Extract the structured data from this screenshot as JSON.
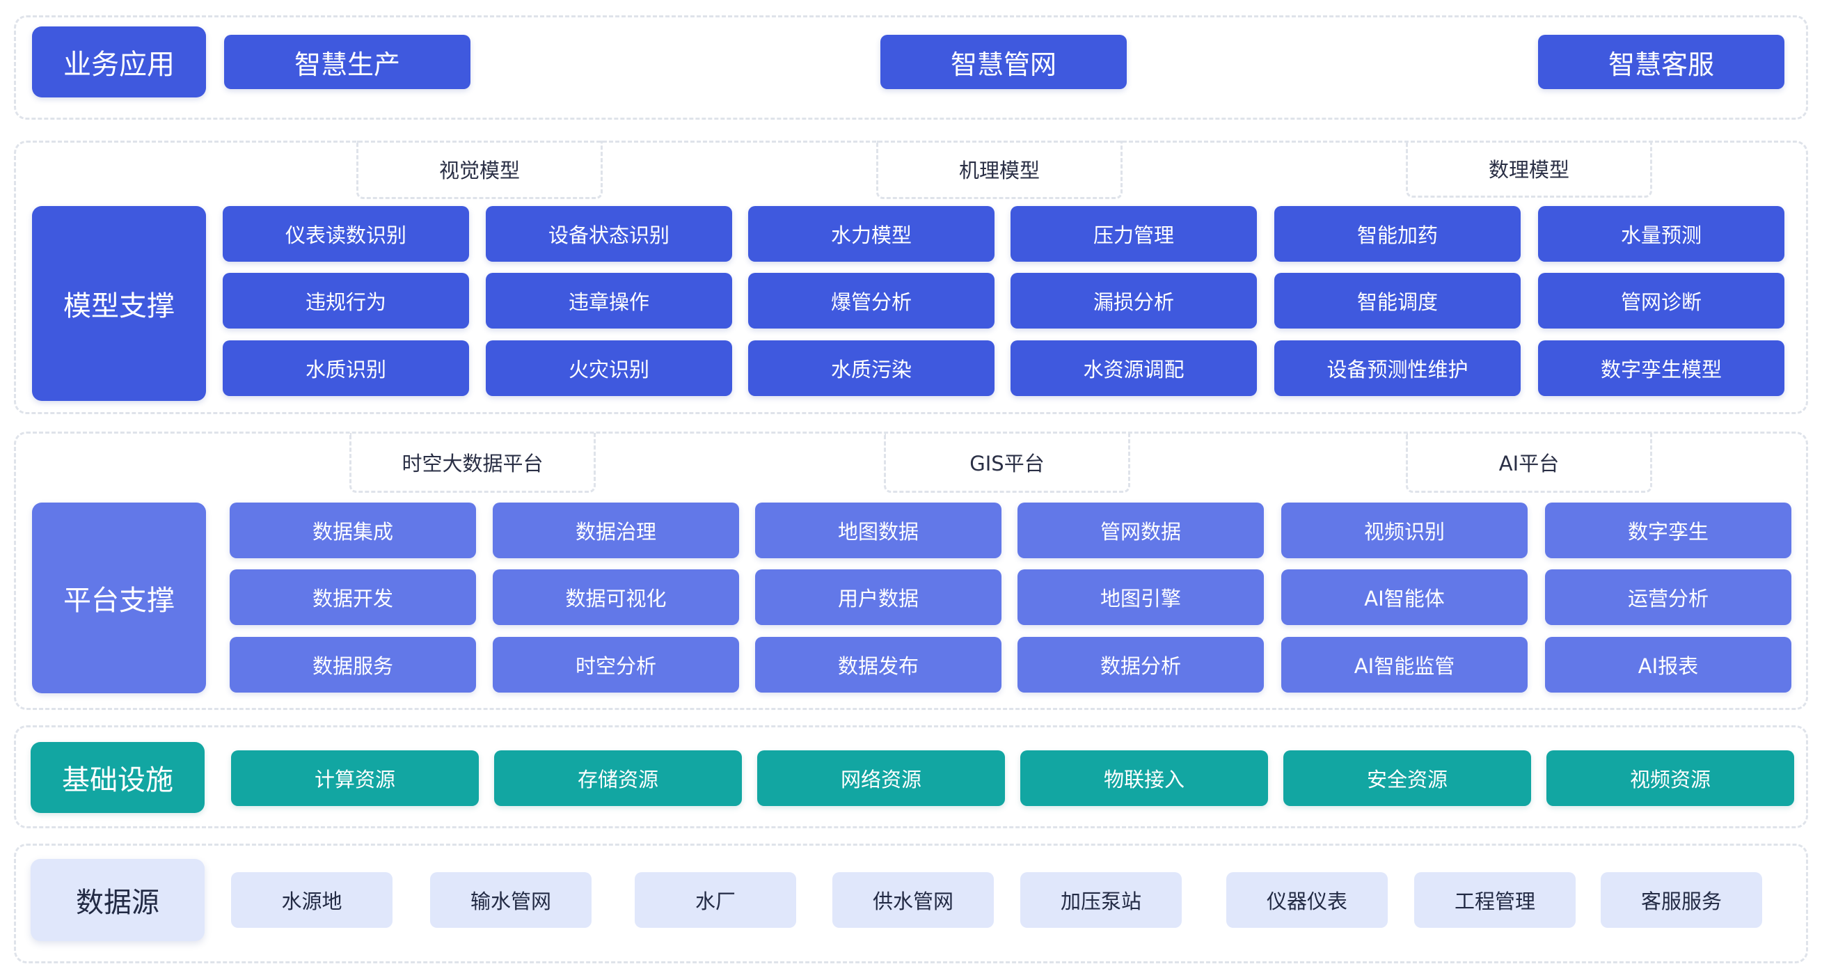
{
  "layers": {
    "business": {
      "title": "业务应用",
      "items": [
        "智慧生产",
        "智慧管网",
        "智慧客服"
      ]
    },
    "model": {
      "title": "模型支撑",
      "groups": [
        "视觉模型",
        "机理模型",
        "数理模型"
      ],
      "grid": [
        [
          "仪表读数识别",
          "设备状态识别",
          "水力模型",
          "压力管理",
          "智能加药",
          "水量预测"
        ],
        [
          "违规行为",
          "违章操作",
          "爆管分析",
          "漏损分析",
          "智能调度",
          "管网诊断"
        ],
        [
          "水质识别",
          "火灾识别",
          "水质污染",
          "水资源调配",
          "设备预测性维护",
          "数字孪生模型"
        ]
      ]
    },
    "platform": {
      "title": "平台支撑",
      "groups": [
        "时空大数据平台",
        "GIS平台",
        "AI平台"
      ],
      "grid": [
        [
          "数据集成",
          "数据治理",
          "地图数据",
          "管网数据",
          "视频识别",
          "数字孪生"
        ],
        [
          "数据开发",
          "数据可视化",
          "用户数据",
          "地图引擎",
          "AI智能体",
          "运营分析"
        ],
        [
          "数据服务",
          "时空分析",
          "数据发布",
          "数据分析",
          "AI智能监管",
          "AI报表"
        ]
      ]
    },
    "infrastructure": {
      "title": "基础设施",
      "items": [
        "计算资源",
        "存储资源",
        "网络资源",
        "物联接入",
        "安全资源",
        "视频资源"
      ]
    },
    "datasource": {
      "title": "数据源",
      "items": [
        "水源地",
        "输水管网",
        "水厂",
        "供水管网",
        "加压泵站",
        "仪器仪表",
        "工程管理",
        "客服服务"
      ]
    }
  },
  "colors": {
    "primary_blue": "#3f59de",
    "light_blue": "#6278e8",
    "teal": "#12a6a2",
    "pale_blue": "#e0e7fb",
    "dashed_border": "#dfe3ea"
  }
}
